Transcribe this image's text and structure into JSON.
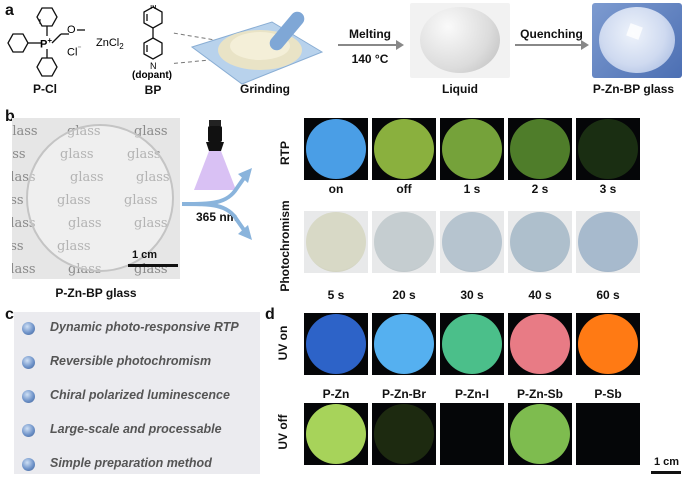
{
  "panels": {
    "a": "a",
    "b": "b",
    "c": "c",
    "d": "d"
  },
  "panel_a": {
    "pcl_label": "P-Cl",
    "bp_label": "BP",
    "dopant": "(dopant)",
    "zncl2": "ZnCl",
    "zncl2_sub": "2",
    "counter_ion": "Cl",
    "counter_sup": "⁻",
    "p_plus": "P",
    "p_sup": "+",
    "methoxy": "O",
    "grinding": "Grinding",
    "melting": "Melting",
    "melt_temp": "140 °C",
    "liquid": "Liquid",
    "quenching": "Quenching",
    "glass_label": "P-Zn-BP glass"
  },
  "panel_b": {
    "photo_word": "glass",
    "scale": "1 cm",
    "glass_label": "P-Zn-BP glass",
    "wavelength": "365 nm",
    "row1_label": "RTP",
    "row2_label": "Photochromism",
    "row1_caps": [
      "on",
      "off",
      "1 s",
      "2 s",
      "3 s"
    ],
    "row2_caps": [
      "5 s",
      "20 s",
      "30 s",
      "40 s",
      "60 s"
    ],
    "row1_colors": [
      "#4a9ee6",
      "#8ab03e",
      "#75a23a",
      "#4f7d2a",
      "#1a2e12"
    ],
    "row2_colors": [
      "#d8d9c6",
      "#c5cdd0",
      "#b6c4cf",
      "#aebfcc",
      "#a7bacd"
    ]
  },
  "panel_c": {
    "items": [
      "Dynamic photo-responsive RTP",
      "Reversible photochromism",
      "Chiral polarized luminescence",
      "Large-scale and processable",
      "Simple preparation method"
    ]
  },
  "panel_d": {
    "row1_label": "UV on",
    "row2_label": "UV off",
    "caps": [
      "P-Zn",
      "P-Zn-Br",
      "P-Zn-I",
      "P-Zn-Sb",
      "P-Sb"
    ],
    "uvon_colors": [
      "#2d63c8",
      "#55b0f0",
      "#4bbf8a",
      "#e87b85",
      "#ff7a14"
    ],
    "uvoff_colors": [
      "#a7d35a",
      "#1d2a10",
      "#000000",
      "#7ebc4f",
      "#000000"
    ],
    "scale": "1 cm"
  }
}
